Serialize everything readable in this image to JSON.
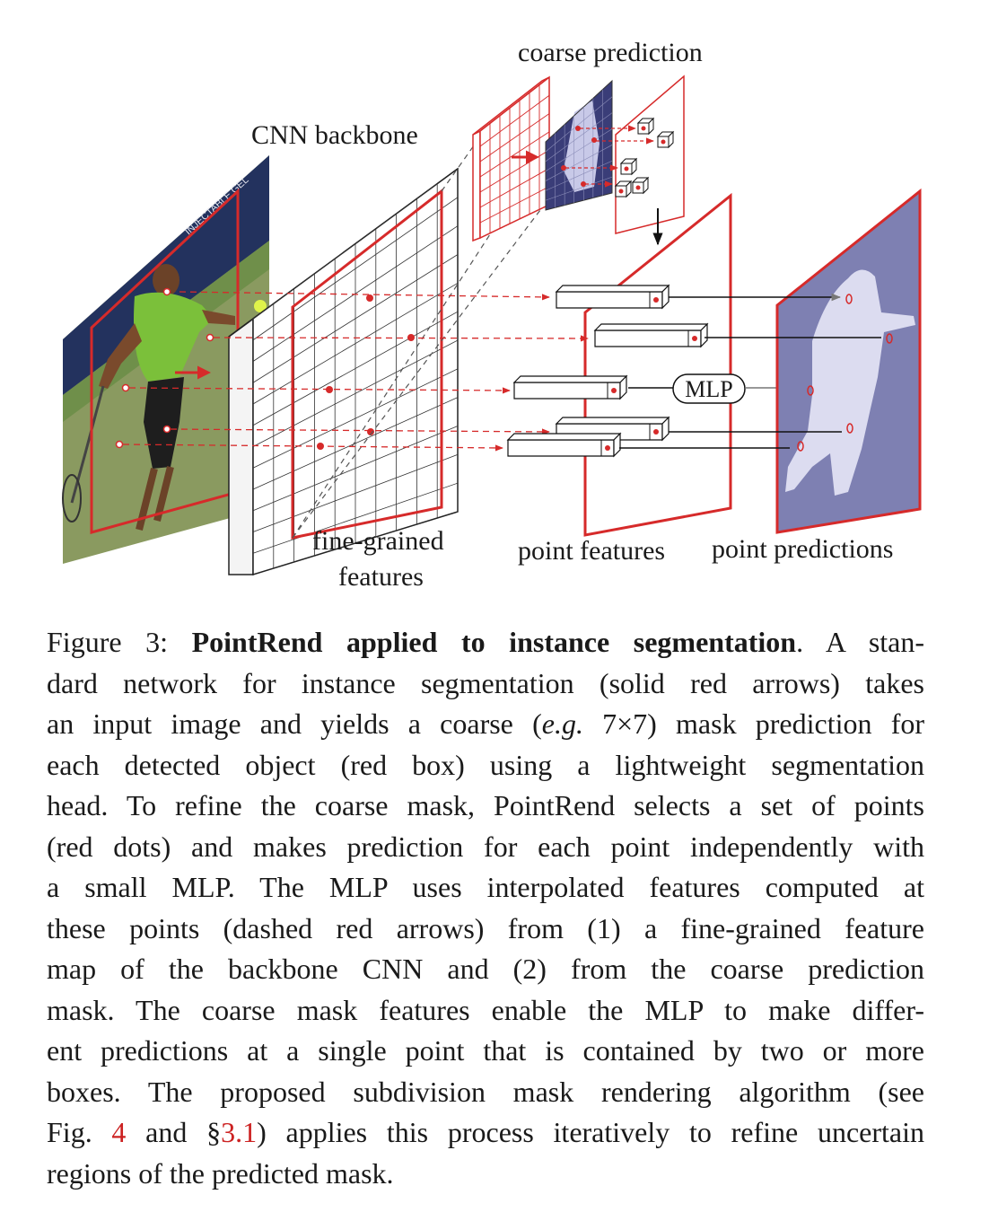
{
  "figure": {
    "labels": {
      "coarse_prediction": "coarse prediction",
      "cnn_backbone": "CNN backbone",
      "fine_grained_line1": "fine-grained",
      "fine_grained_line2": "features",
      "point_features": "point features",
      "point_predictions": "point predictions",
      "mlp": "MLP"
    },
    "colors": {
      "red": "#d62a2a",
      "mask_blue": "#7e80b2",
      "mask_light": "#dcdcf0",
      "grid": "#333333",
      "black": "#111111"
    }
  },
  "caption": {
    "prefix": "Figure 3: ",
    "title": "PointRend applied to instance segmentation",
    "l1_end": ". A stan-",
    "l2": "dard network for instance segmentation (solid red arrows) takes",
    "l3_a": "an input image and yields a coarse (",
    "l3_eg": "e.g.",
    "l3_b": " 7×7) mask prediction for",
    "l4": "each detected object (red box) using a lightweight segmentation",
    "l5": "head. To refine the coarse mask, PointRend selects a set of points",
    "l6": "(red dots) and makes prediction for each point independently with",
    "l7": "a small MLP. The MLP uses interpolated features computed at",
    "l8": "these points (dashed red arrows) from (1) a fine-grained feature",
    "l9": "map of the backbone CNN and (2) from the coarse prediction",
    "l10": "mask. The coarse mask features enable the MLP to make differ-",
    "l11": "ent predictions at a single point that is contained by two or more",
    "l12": "boxes. The proposed subdivision mask rendering algorithm (see",
    "l13_a": "Fig. ",
    "l13_ref1": "4",
    "l13_b": " and §",
    "l13_ref2": "3.1",
    "l13_c": ") applies this process iteratively to refine uncertain",
    "l14": "regions of the predicted mask."
  }
}
